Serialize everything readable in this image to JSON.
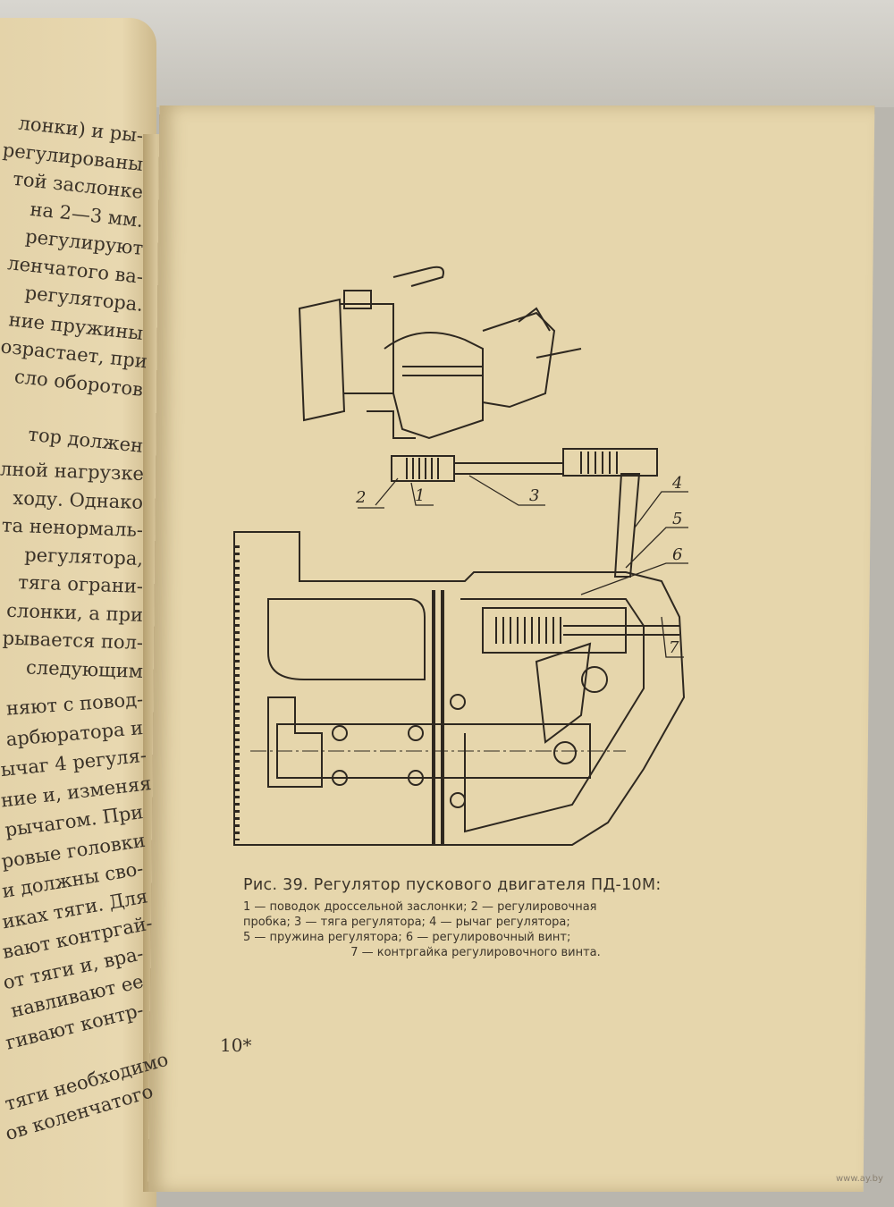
{
  "left_page": {
    "lines": [
      "лонки) и ры-",
      "регулированы",
      "той заслонке",
      "на 2—3 мм.",
      "регулируют",
      "ленчатого ва-",
      "регулятора.",
      "ние пружины",
      "озрастает, при",
      "сло оборотов",
      "",
      "тор должен",
      "лной нагрузке",
      "ходу. Однако",
      "та ненормаль-",
      "регулятора,",
      "тяга ограни-",
      "слонки, а при",
      "рывается пол-",
      "следующим",
      "няют с повод-",
      "арбюратора и",
      "ычаг 4 регуля-",
      "ние и, изменяя",
      "рычагом. При",
      "ровые головки",
      "и должны сво-",
      "иках тяги. Для",
      "вают контргай-",
      "от тяги и, вра-",
      "навливают ее",
      "гивают контр-",
      "",
      "тяги необходимо",
      "ов коленчатого"
    ]
  },
  "figure": {
    "labels": [
      "1",
      "2",
      "3",
      "4",
      "5",
      "6",
      "7"
    ]
  },
  "caption": {
    "title": "Рис. 39. Регулятор пускового двигателя ПД-10М:",
    "line1": "1 — поводок дроссельной заслонки; 2 — регулировочная",
    "line2": "пробка; 3 — тяга регулятора; 4 — рычаг регулятора;",
    "line3": "5 — пружина регулятора; 6 — регулировочный винт;",
    "line4": "7 — контргайка регулировочного винта."
  },
  "page_number": "10*",
  "watermark": "www.ay.by"
}
